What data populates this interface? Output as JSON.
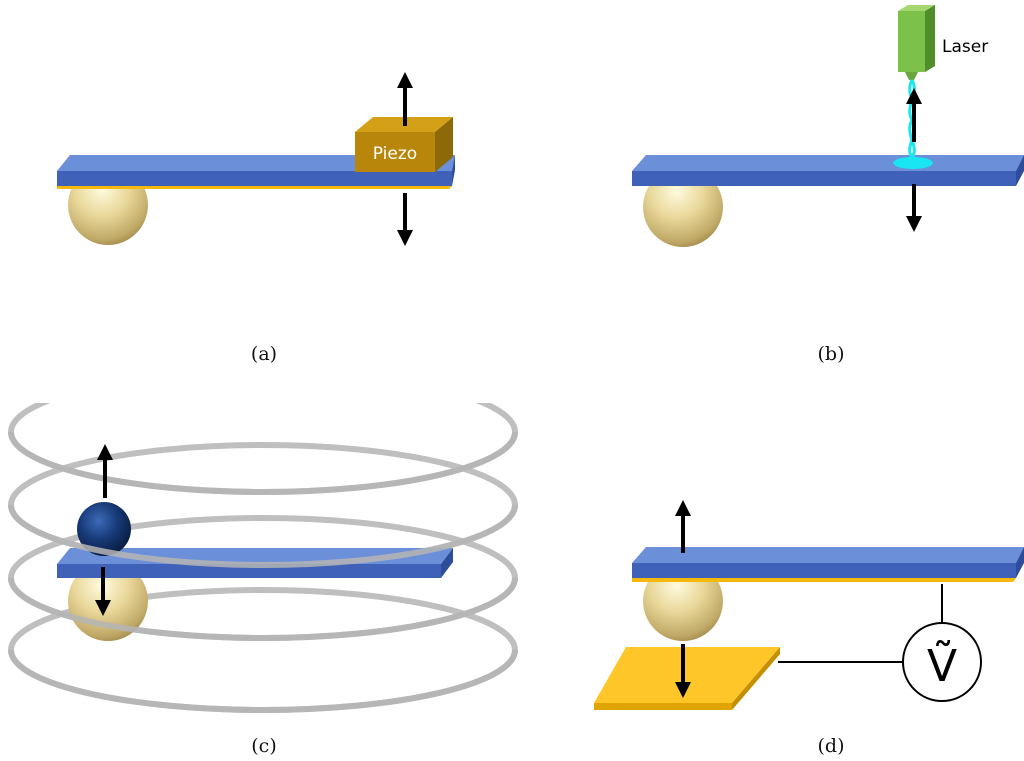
{
  "panels": {
    "a": {
      "caption": "(a)",
      "piezo_label": "Piezo"
    },
    "b": {
      "caption": "(b)",
      "laser_label": "Laser"
    },
    "c": {
      "caption": "(c)"
    },
    "d": {
      "caption": "(d)",
      "voltage_label": "Ṽ"
    }
  },
  "colors": {
    "beam_top": "#6b8fd8",
    "beam_side": "#3f62b8",
    "gold_layer": "#f5b80d",
    "piezo_front": "#b8860b",
    "piezo_top": "#d4a017",
    "piezo_side": "#8c6a08",
    "laser": "#7cc24a",
    "laser_beam": "#19e6f0",
    "coil": "#b5b5b5",
    "electrode": "#f5b80d",
    "magnet_sphere": "#16346e"
  }
}
